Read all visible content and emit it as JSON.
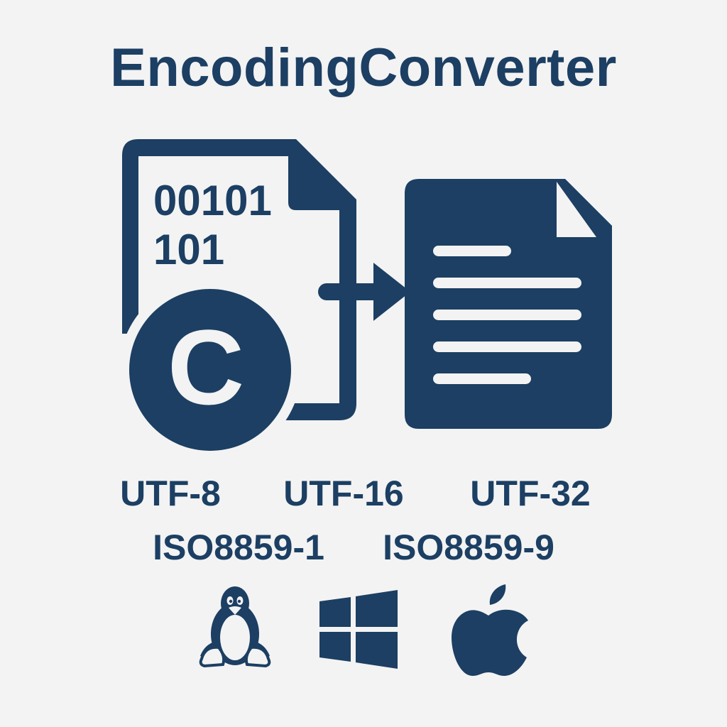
{
  "title": "EncodingConverter",
  "colors": {
    "primary": "#1c3f63",
    "background": "#f3f3f3"
  },
  "source_file": {
    "binary_line_1": "00101",
    "binary_line_2": "101",
    "badge_letter": "C",
    "icon": "binary-file-icon"
  },
  "arrow_icon": "right-arrow-icon",
  "target_file": {
    "icon": "text-document-icon"
  },
  "encodings_row_1": [
    "UTF-8",
    "UTF-16",
    "UTF-32"
  ],
  "encodings_row_2": [
    "ISO8859-1",
    "ISO8859-9"
  ],
  "platforms": [
    {
      "name": "Linux",
      "icon": "linux-tux-icon"
    },
    {
      "name": "Windows",
      "icon": "windows-logo-icon"
    },
    {
      "name": "macOS",
      "icon": "apple-logo-icon"
    }
  ]
}
